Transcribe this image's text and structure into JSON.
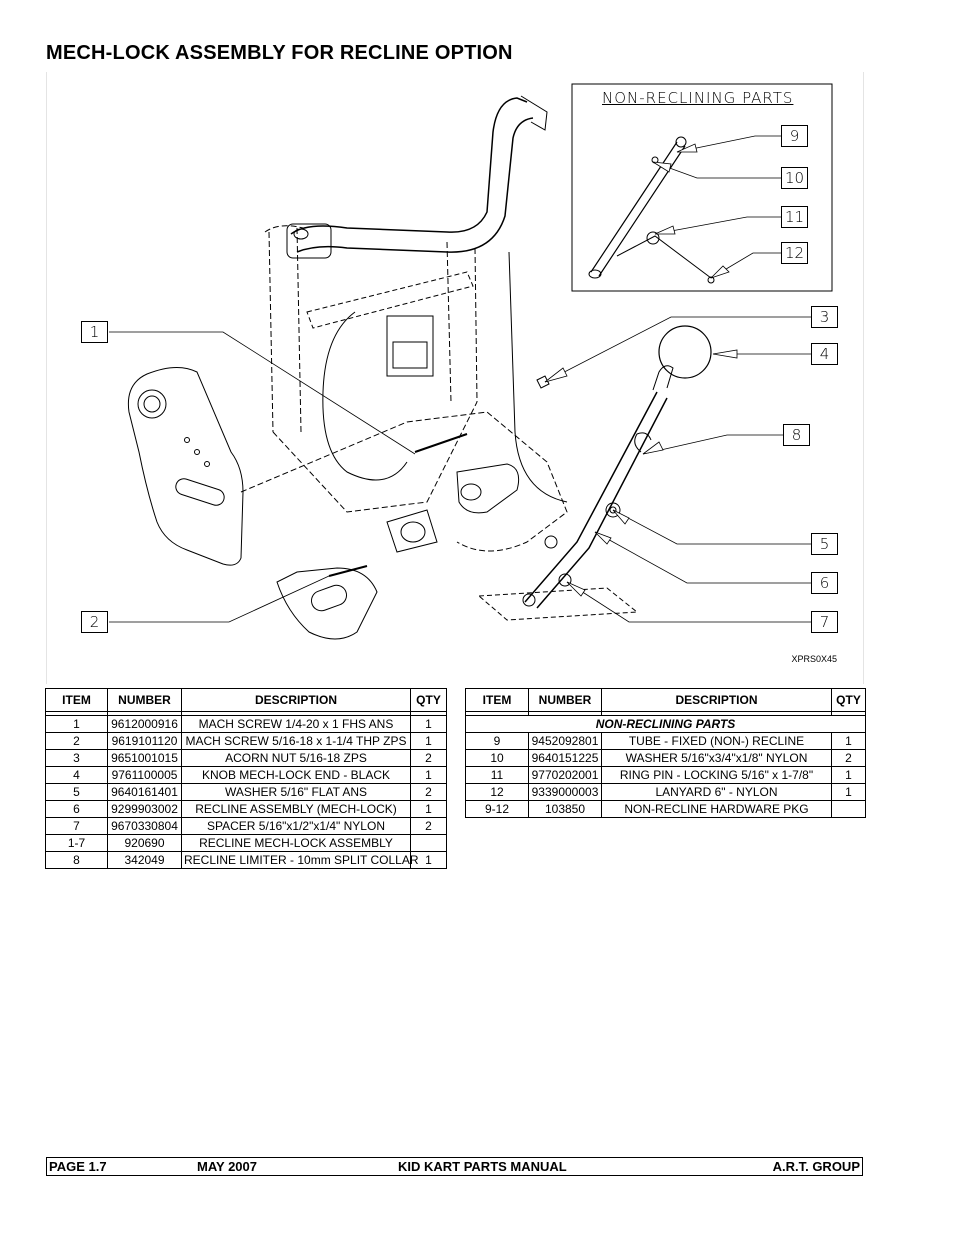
{
  "page": {
    "title": "MECH-LOCK ASSEMBLY FOR RECLINE OPTION"
  },
  "figure": {
    "inset_label": "NON-RECLINING PARTS",
    "code": "XPRS0X45",
    "callouts": [
      "1",
      "2",
      "3",
      "4",
      "5",
      "6",
      "7",
      "8",
      "9",
      "10",
      "11",
      "12"
    ]
  },
  "table_left": {
    "headers": [
      "ITEM",
      "NUMBER",
      "DESCRIPTION",
      "QTY"
    ],
    "rows": [
      {
        "item": "1",
        "number": "9612000916",
        "description": "MACH SCREW 1/4-20 x 1 FHS ANS",
        "qty": "1"
      },
      {
        "item": "2",
        "number": "9619101120",
        "description": "MACH SCREW 5/16-18 x 1-1/4 THP ZPS",
        "qty": "1"
      },
      {
        "item": "3",
        "number": "9651001015",
        "description": "ACORN NUT 5/16-18 ZPS",
        "qty": "2"
      },
      {
        "item": "4",
        "number": "9761100005",
        "description": "KNOB MECH-LOCK END - BLACK",
        "qty": "1"
      },
      {
        "item": "5",
        "number": "9640161401",
        "description": "WASHER 5/16\" FLAT ANS",
        "qty": "2"
      },
      {
        "item": "6",
        "number": "9299903002",
        "description": "RECLINE ASSEMBLY (MECH-LOCK)",
        "qty": "1"
      },
      {
        "item": "7",
        "number": "9670330804",
        "description": "SPACER 5/16\"x1/2\"x1/4\" NYLON",
        "qty": "2"
      },
      {
        "item": "1-7",
        "number": "920690",
        "description": "RECLINE MECH-LOCK ASSEMBLY",
        "qty": ""
      },
      {
        "item": "8",
        "number": "342049",
        "description": "RECLINE LIMITER - 10mm SPLIT COLLAR",
        "qty": "1"
      }
    ]
  },
  "table_right": {
    "headers": [
      "ITEM",
      "NUMBER",
      "DESCRIPTION",
      "QTY"
    ],
    "section": "NON-RECLINING PARTS",
    "rows": [
      {
        "item": "9",
        "number": "9452092801",
        "description": "TUBE - FIXED (NON-) RECLINE",
        "qty": "1"
      },
      {
        "item": "10",
        "number": "9640151225",
        "description": "WASHER 5/16\"x3/4\"x1/8\" NYLON",
        "qty": "2"
      },
      {
        "item": "11",
        "number": "9770202001",
        "description": "RING PIN - LOCKING 5/16\" x 1-7/8\"",
        "qty": "1"
      },
      {
        "item": "12",
        "number": "9339000003",
        "description": "LANYARD 6\" - NYLON",
        "qty": "1"
      },
      {
        "item": "9-12",
        "number": "103850",
        "description": "NON-RECLINE HARDWARE PKG",
        "qty": ""
      }
    ]
  },
  "footer": {
    "page": "PAGE  1.7",
    "date": "MAY 2007",
    "manual": "KID KART PARTS MANUAL",
    "company": "A.R.T. GROUP"
  }
}
